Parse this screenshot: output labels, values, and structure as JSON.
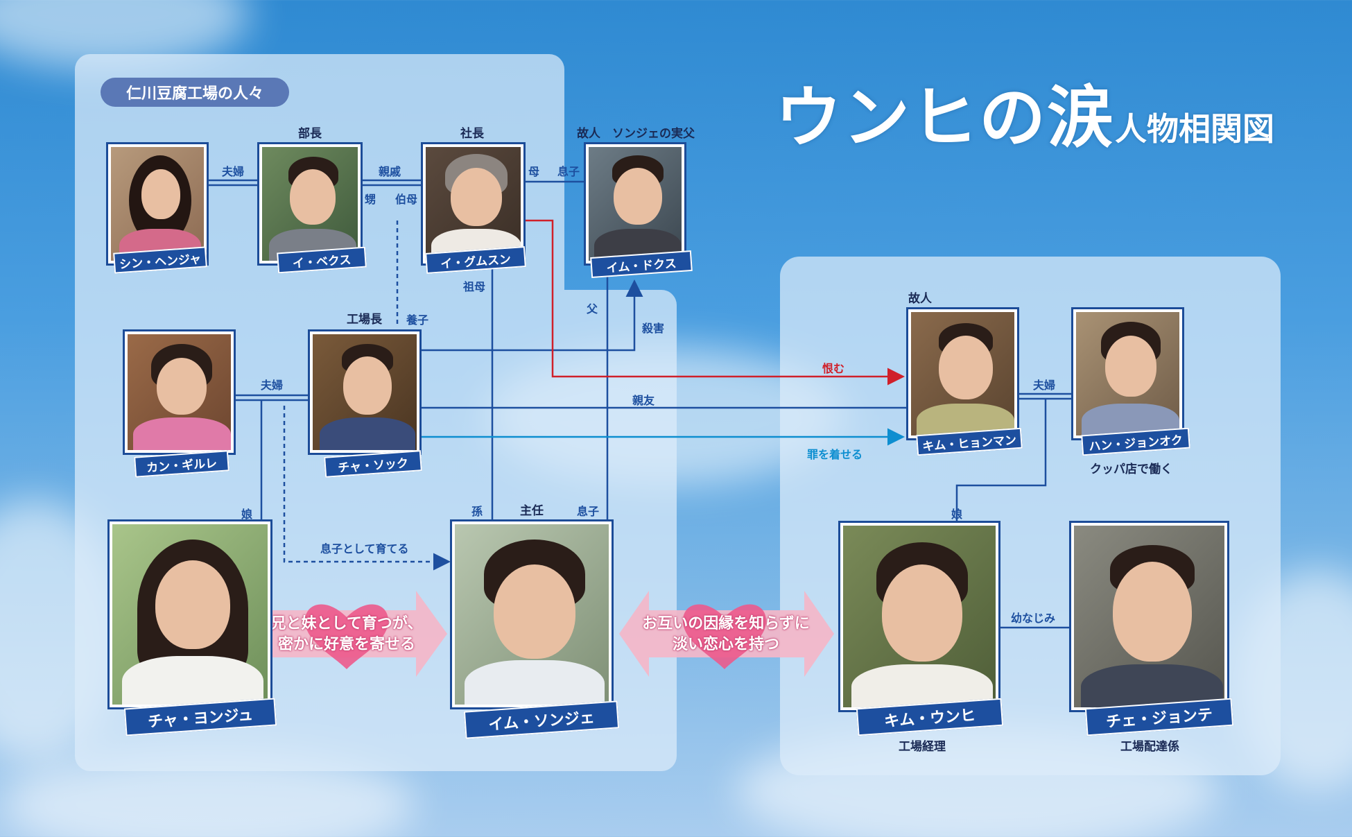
{
  "title": {
    "main": "ウンヒの涙",
    "sub": "人物相関図"
  },
  "group_label": "仁川豆腐工場の人々",
  "characters": {
    "shin_hyeja": {
      "name": "シン・ヘンジャ"
    },
    "lee_baeksu": {
      "name": "イ・ベクス",
      "role": "部長"
    },
    "lee_geumsun": {
      "name": "イ・グムスン",
      "role": "社長"
    },
    "im_doksu": {
      "name": "イム・ドクス",
      "role": "故人　ソンジェの実父"
    },
    "kang_gille": {
      "name": "カン・ギルレ"
    },
    "cha_seok": {
      "name": "チャ・ソック",
      "role": "工場長"
    },
    "cha_yeonju": {
      "name": "チャ・ヨンジュ"
    },
    "im_sonje": {
      "name": "イム・ソンジェ",
      "role": "主任"
    },
    "kim_hyeonman": {
      "name": "キム・ヒョンマン",
      "role": "故人"
    },
    "han_jeonok": {
      "name": "ハン・ジョンオク",
      "caption": "クッパ店で働く"
    },
    "kim_eunhi": {
      "name": "キム・ウンヒ",
      "caption": "工場経理"
    },
    "choi_jeonte": {
      "name": "チェ・ジョンテ",
      "caption": "工場配達係"
    }
  },
  "relations": {
    "couple1": "夫婦",
    "relative": "親戚",
    "nephew": "甥",
    "aunt": "伯母",
    "mother": "母",
    "son1": "息子",
    "grandmother": "祖母",
    "father": "父",
    "murder": "殺害",
    "adopted": "養子",
    "couple2": "夫婦",
    "grudge": "恨む",
    "best_friend": "親友",
    "frame": "罪を着せる",
    "couple3": "夫婦",
    "daughter1": "娘",
    "daughter2": "娘",
    "raise_as_son": "息子として育てる",
    "grandson": "孫",
    "son2": "息子",
    "childhood_friend": "幼なじみ"
  },
  "love": {
    "left": [
      "兄と妹として育つが、",
      "密かに好意を寄せる"
    ],
    "right": [
      "お互いの因縁を知らずに",
      "淡い恋心を持つ"
    ]
  },
  "colors": {
    "navy": "#1d4f9f",
    "red": "#d0202a",
    "cyan": "#0d8ed0",
    "pink": "#f0a6bd",
    "heart": "#ec5a8c"
  }
}
